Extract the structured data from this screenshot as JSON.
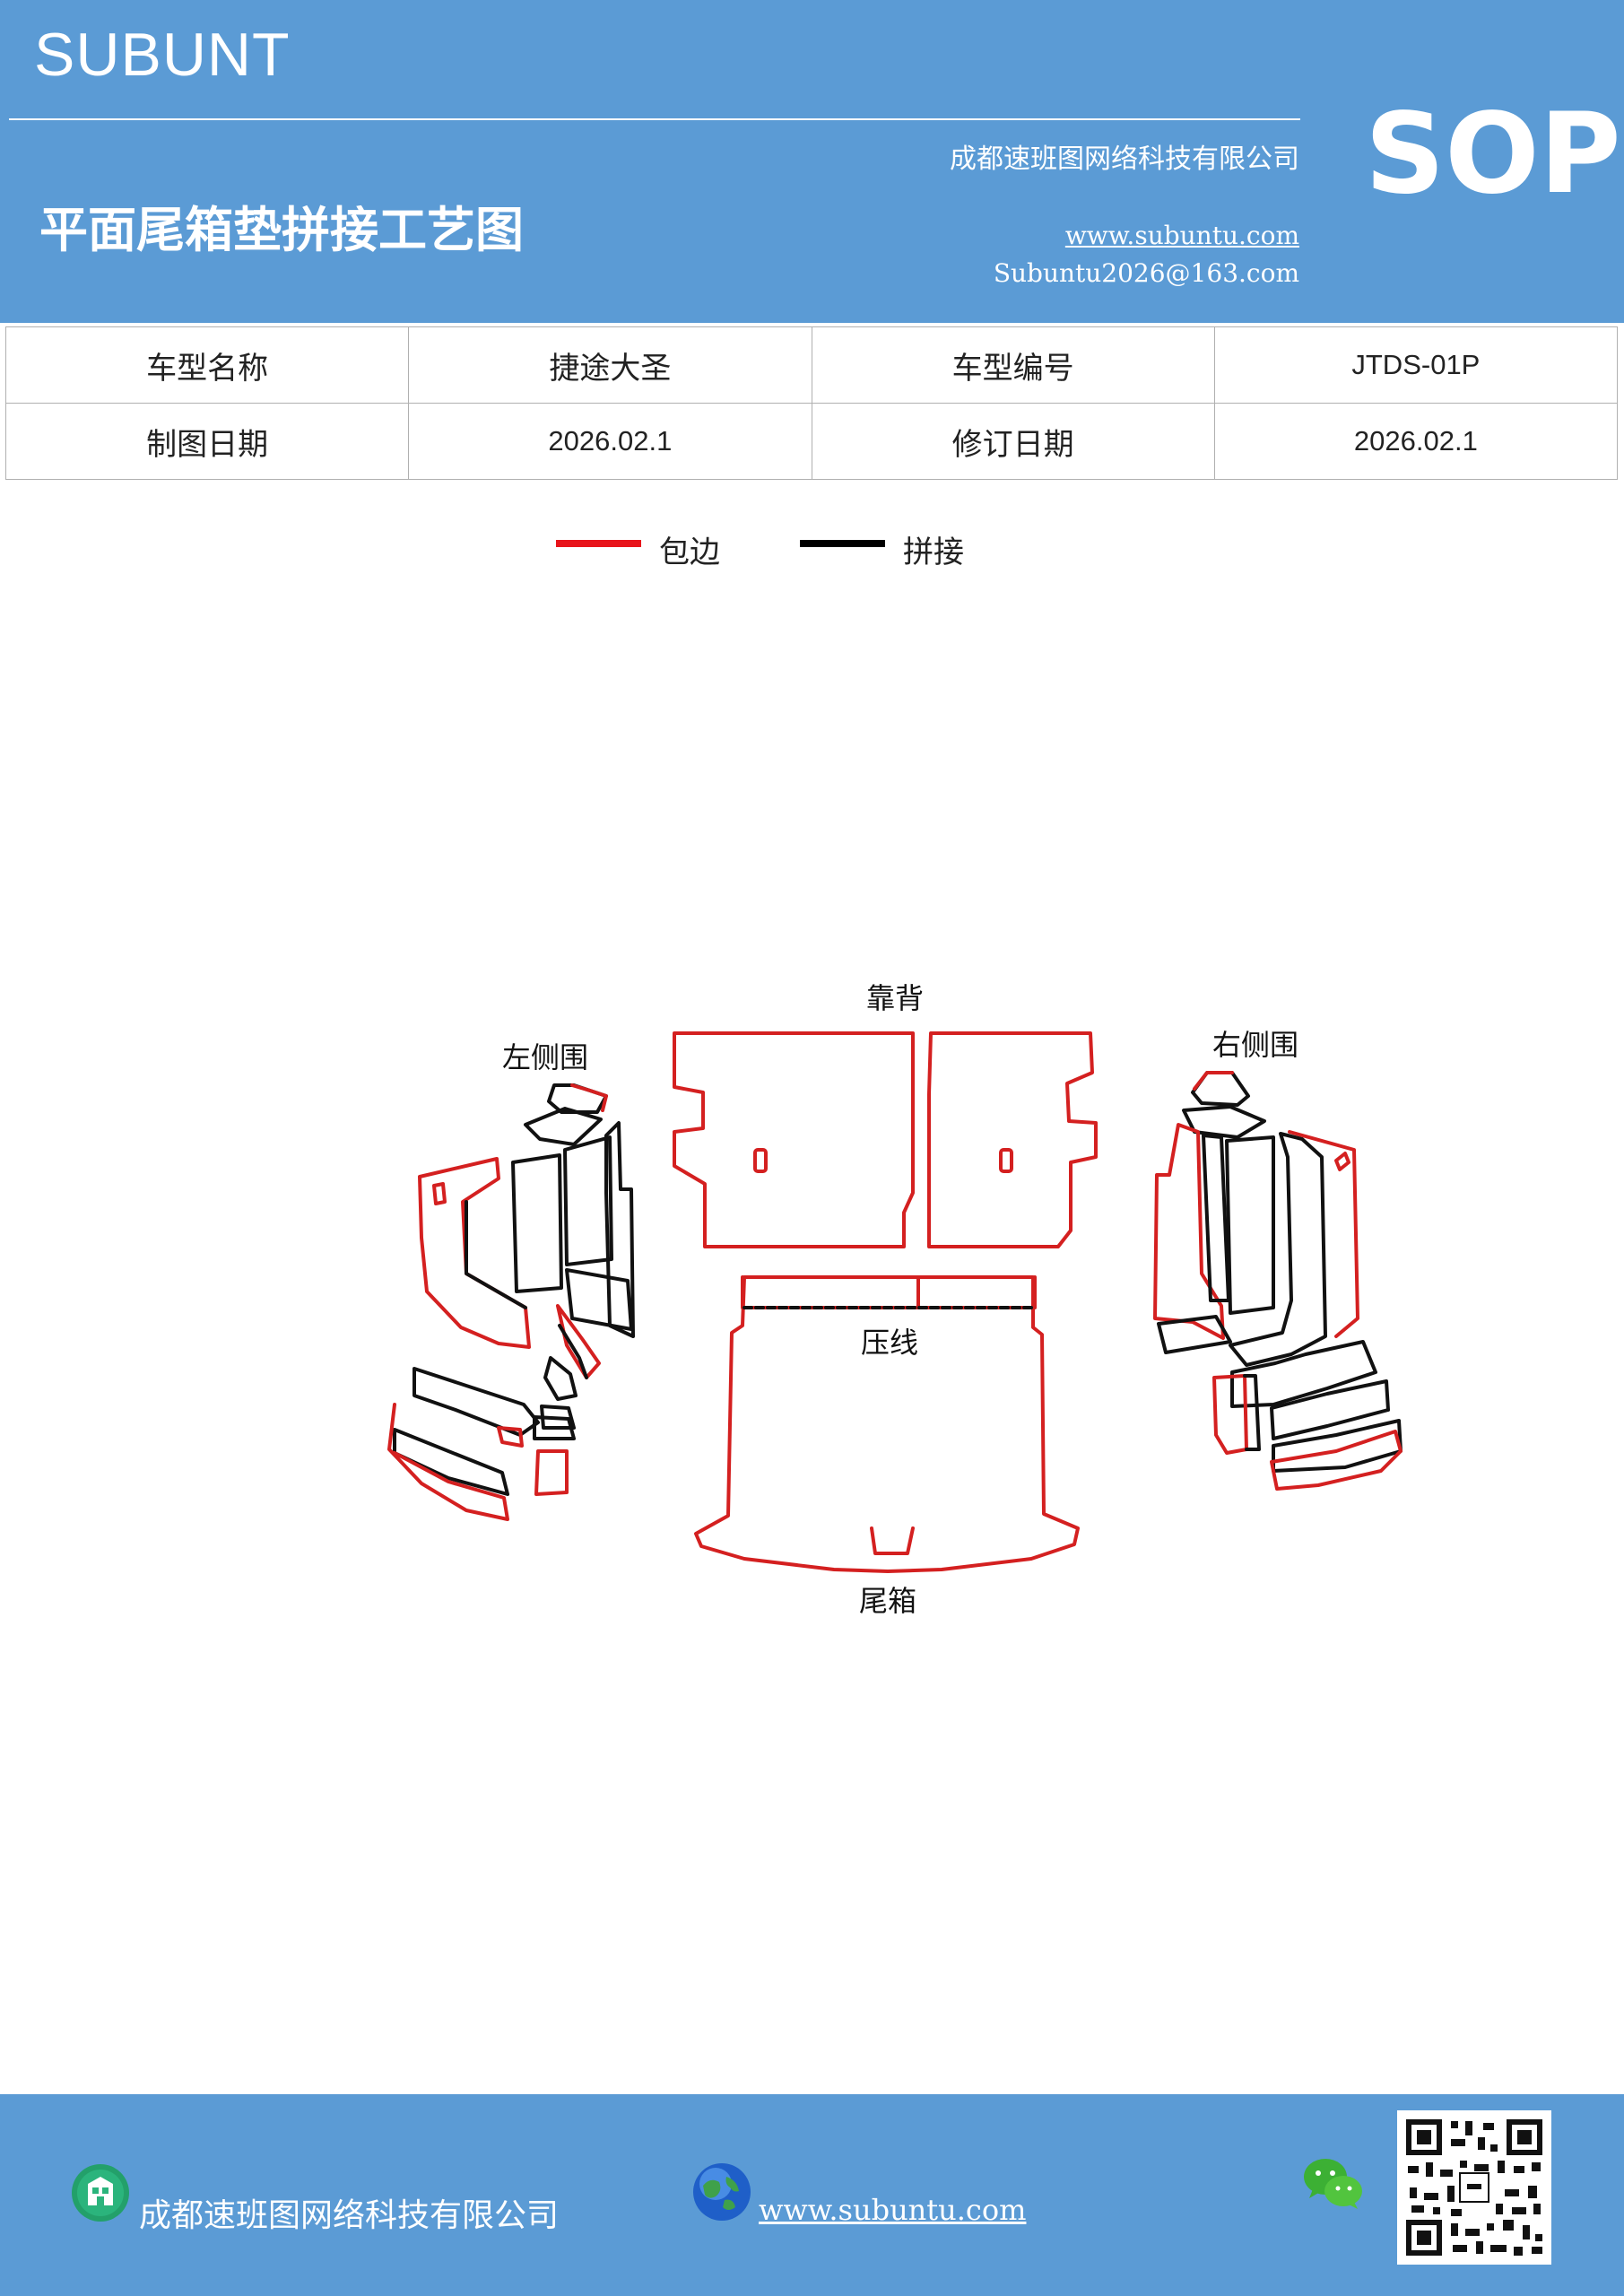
{
  "header": {
    "brand": "SUBUNT",
    "title": "平面尾箱垫拼接工艺图",
    "company": "成都速班图网络科技有限公司",
    "website": "www.subuntu.com",
    "email": "Subuntu2026@163.com",
    "badge": "SOP"
  },
  "info": {
    "model_name_label": "车型名称",
    "model_name": "捷途大圣",
    "model_code_label": "车型编号",
    "model_code": "JTDS-01P",
    "draw_date_label": "制图日期",
    "draw_date": "2026.02.1",
    "revise_date_label": "修订日期",
    "revise_date": "2026.02.1"
  },
  "legend": [
    {
      "label": "包边",
      "color": "#e8141b"
    },
    {
      "label": "拼接",
      "color": "#000000"
    }
  ],
  "diagram": {
    "labels": {
      "backrest": "靠背",
      "left_side": "左侧围",
      "right_side": "右侧围",
      "crease": "压线",
      "trunk": "尾箱"
    },
    "colors": {
      "edge": "#d42020",
      "seam": "#111111"
    }
  },
  "footer": {
    "company": "成都速班图网络科技有限公司",
    "website": "www.subuntu.com",
    "icons": [
      "building-icon",
      "globe-icon",
      "wechat-icon",
      "qr-code"
    ]
  }
}
